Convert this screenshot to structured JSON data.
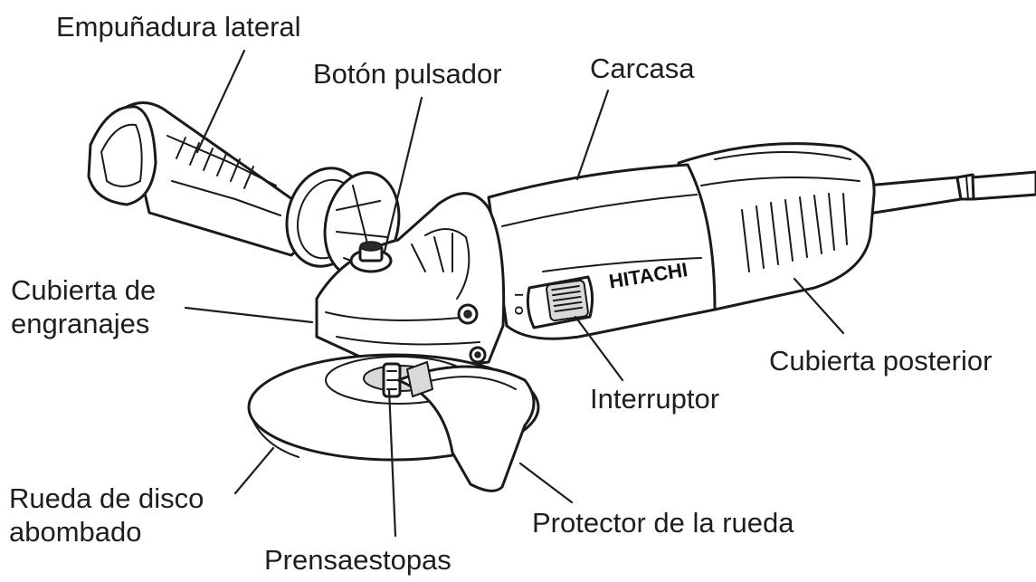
{
  "diagram": {
    "brand_logo": "HITACHI",
    "switch_marks": {
      "on": "I",
      "off": "O"
    },
    "labels": {
      "side_handle": "Empuñadura lateral",
      "push_button": "Botón pulsador",
      "housing": "Carcasa",
      "gear_cover_line1": "Cubierta de",
      "gear_cover_line2": "engranajes",
      "rear_cover": "Cubierta posterior",
      "switch": "Interruptor",
      "wheel_line1": "Rueda de disco",
      "wheel_line2": "abombado",
      "wheel_guard": "Protector de la rueda",
      "wheel_washer": "Prensaestopas"
    }
  }
}
